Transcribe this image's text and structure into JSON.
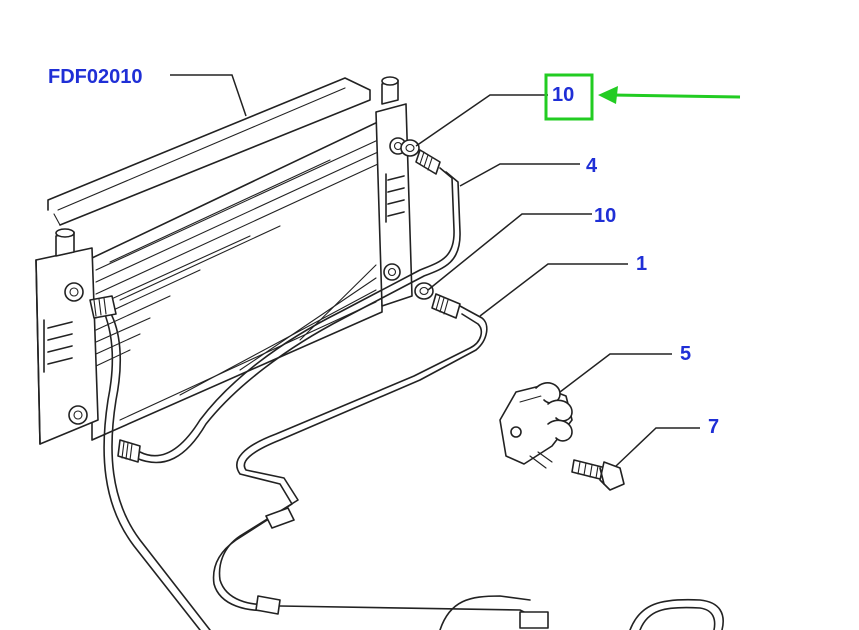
{
  "diagram": {
    "drawing_ref": "FDF02010",
    "callouts": {
      "highlighted": "10",
      "pipe_upper": "4",
      "seal_lower": "10",
      "pipe_lower": "1",
      "clip": "5",
      "bolt": "7"
    },
    "highlight_color": "#22cc22",
    "callout_color": "#1f2fd6"
  }
}
